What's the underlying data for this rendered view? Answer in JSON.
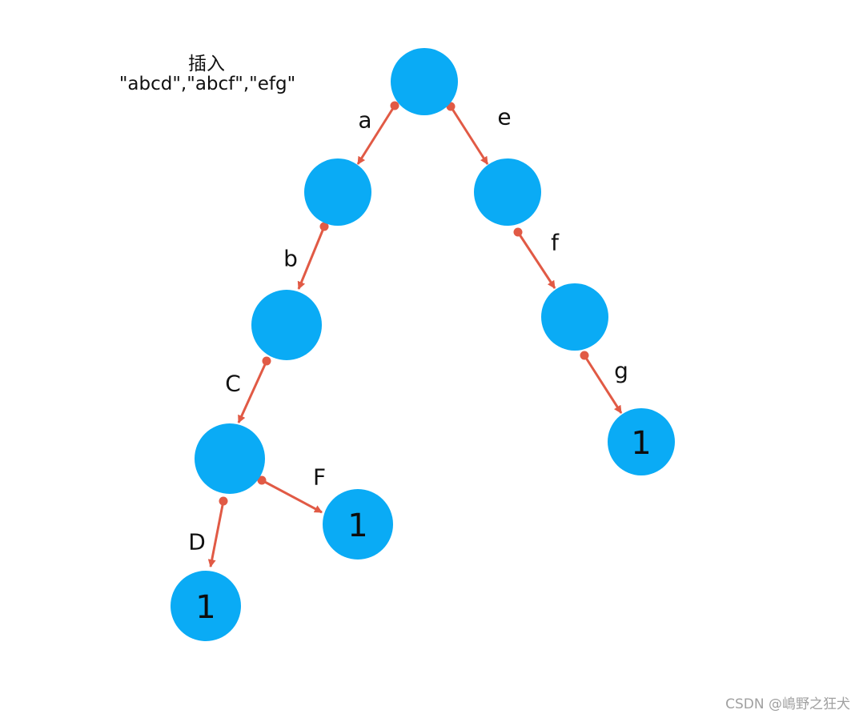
{
  "caption": {
    "line1": "插入",
    "line2": "\"abcd\",\"abcf\",\"efg\""
  },
  "watermark": "CSDN @嶋野之狂犬",
  "colors": {
    "node_fill": "#0aabf5",
    "edge": "#e15a45",
    "text": "#111111"
  },
  "nodes": [
    {
      "id": "root",
      "text": ""
    },
    {
      "id": "a",
      "text": ""
    },
    {
      "id": "e",
      "text": ""
    },
    {
      "id": "ab",
      "text": ""
    },
    {
      "id": "ef",
      "text": ""
    },
    {
      "id": "abc",
      "text": ""
    },
    {
      "id": "efg-end",
      "text": "1"
    },
    {
      "id": "abcd-end",
      "text": "1"
    },
    {
      "id": "abcf-end",
      "text": "1"
    }
  ],
  "edges": [
    {
      "from": "root",
      "to": "a",
      "label": "a"
    },
    {
      "from": "root",
      "to": "e",
      "label": "e"
    },
    {
      "from": "a",
      "to": "ab",
      "label": "b"
    },
    {
      "from": "e",
      "to": "ef",
      "label": "f"
    },
    {
      "from": "ab",
      "to": "abc",
      "label": "C"
    },
    {
      "from": "ef",
      "to": "efg-end",
      "label": "g"
    },
    {
      "from": "abc",
      "to": "abcd-end",
      "label": "D"
    },
    {
      "from": "abc",
      "to": "abcf-end",
      "label": "F"
    }
  ]
}
